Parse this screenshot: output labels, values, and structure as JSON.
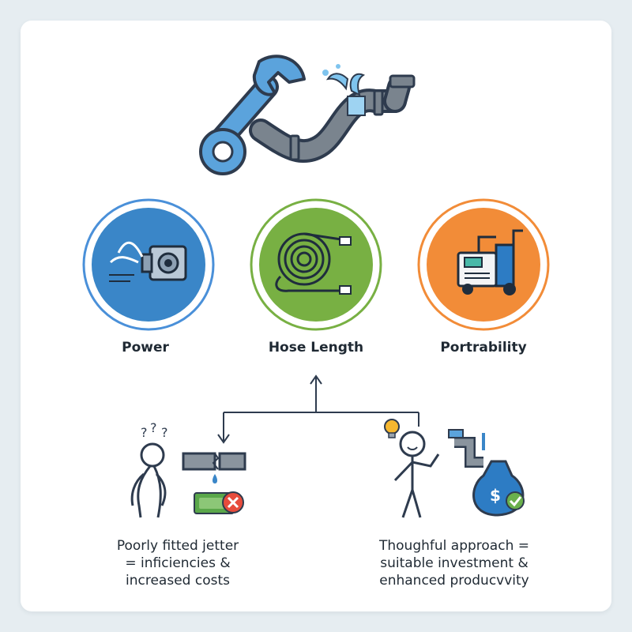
{
  "factors": [
    {
      "label": "Power",
      "color": "#3a86c8"
    },
    {
      "label": "Hose Length",
      "color": "#78b043"
    },
    {
      "label": "Portrability",
      "color": "#f28c38"
    }
  ],
  "outcomes": {
    "left": {
      "line1": "Poorly fitted jetter",
      "line2": "= inficiencies &",
      "line3": "increased costs"
    },
    "right": {
      "line1": "Thoughful approach =",
      "line2": "suitable investment &",
      "line3": "enhanced producvvity"
    }
  },
  "colors": {
    "blue": "#4a90d9",
    "green": "#78b043",
    "orange": "#f28c38",
    "red": "#e74c3c",
    "pipe": "#6b7680"
  }
}
